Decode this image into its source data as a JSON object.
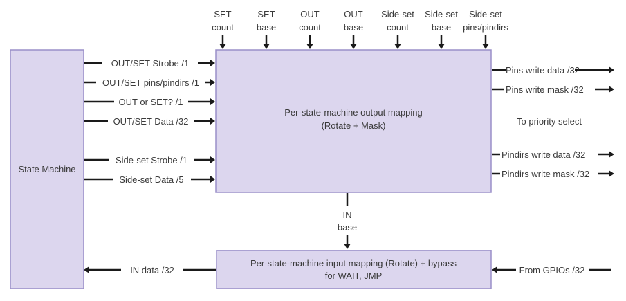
{
  "blocks": {
    "state_machine": "State Machine",
    "output_mapping": [
      "Per-state-machine output mapping",
      "(Rotate + Mask)"
    ],
    "input_mapping": [
      "Per-state-machine input mapping (Rotate) + bypass",
      "for WAIT, JMP"
    ]
  },
  "config_inputs": [
    [
      "SET",
      "count"
    ],
    [
      "SET",
      "base"
    ],
    [
      "OUT",
      "count"
    ],
    [
      "OUT",
      "base"
    ],
    [
      "Side-set",
      "count"
    ],
    [
      "Side-set",
      "base"
    ],
    [
      "Side-set",
      "pins/pindirs"
    ]
  ],
  "sm_signals": [
    "OUT/SET Strobe /1",
    "OUT/SET pins/pindirs /1",
    "OUT or SET? /1",
    "OUT/SET Data /32",
    "Side-set Strobe /1",
    "Side-set Data /5"
  ],
  "outputs": [
    "Pins write data /32",
    "Pins write mask /32",
    "Pindirs write data /32",
    "Pindirs write mask /32"
  ],
  "priority_label": "To priority select",
  "in_base": [
    "IN",
    "base"
  ],
  "in_data": "IN data /32",
  "from_gpios": "From GPIOs /32"
}
